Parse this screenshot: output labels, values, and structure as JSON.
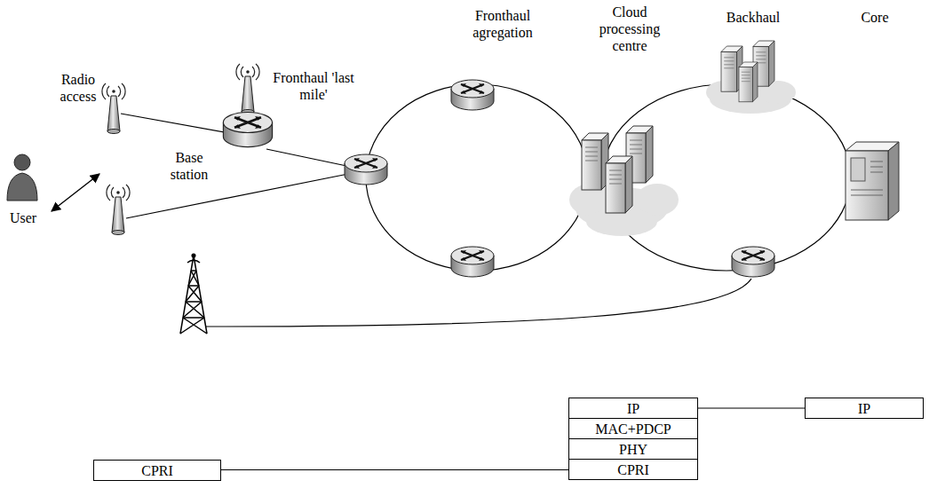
{
  "diagram": {
    "nodes": [
      {
        "text": [
          "CPRI"
        ]
      },
      {
        "text": [
          "IP"
        ]
      },
      {
        "text": [
          "MAC+PDCP"
        ]
      },
      {
        "text": [
          "PHY"
        ]
      },
      {
        "text": [
          "CPRI"
        ]
      },
      {
        "text": [
          "IP"
        ]
      }
    ],
    "edges": [
      {
        "from": 0,
        "to": 4,
        "arrow": "none"
      },
      {
        "from": 1,
        "to": 5,
        "arrow": "none"
      }
    ],
    "labels": [
      "Radio access",
      "User",
      "Base station",
      "Fronthaul 'last mile'",
      "Fronthaul agregation",
      "Cloud processing centre",
      "Backhaul",
      "Core"
    ]
  }
}
